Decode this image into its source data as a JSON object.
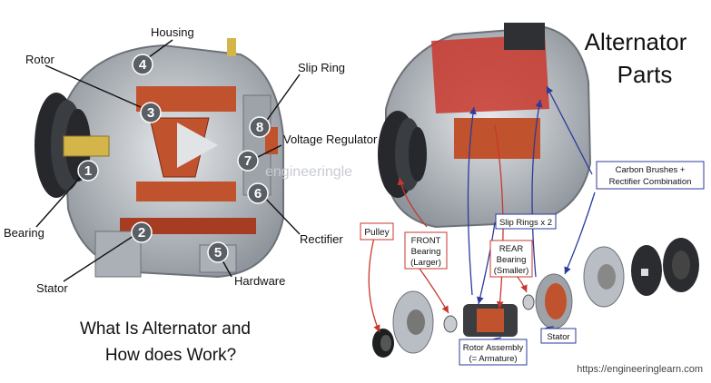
{
  "left": {
    "labels": {
      "housing": "Housing",
      "rotor": "Rotor",
      "slip_ring": "Slip Ring",
      "voltage_regulator": "Voltage Regulator",
      "bearing": "Bearing",
      "rectifier": "Rectifier",
      "stator": "Stator",
      "hardware": "Hardware"
    },
    "badges": [
      "1",
      "2",
      "3",
      "4",
      "5",
      "6",
      "7",
      "8"
    ],
    "watermark": "engineeringle",
    "caption_line1": "What Is Alternator and",
    "caption_line2": "How does Work?"
  },
  "right": {
    "title_line1": "Alternator",
    "title_line2": "Parts",
    "labels": {
      "pulley": "Pulley",
      "front_bearing_1": "FRONT",
      "front_bearing_2": "Bearing",
      "front_bearing_3": "(Larger)",
      "slip_rings": "Slip Rings x 2",
      "rear_bearing_1": "REAR",
      "rear_bearing_2": "Bearing",
      "rear_bearing_3": "(Smaller)",
      "brushes_1": "Carbon Brushes +",
      "brushes_2": "Rectifier Combination",
      "rotor_1": "Rotor Assembly",
      "rotor_2": "(= Armature)",
      "stator": "Stator"
    },
    "source": "https://engineeringlearn.com"
  },
  "colors": {
    "badge": "#5a5f66",
    "red_arrow": "#c8372d",
    "blue_arrow": "#2b3a9c",
    "copper": "#c0522d",
    "metal": "#b9bec4"
  }
}
